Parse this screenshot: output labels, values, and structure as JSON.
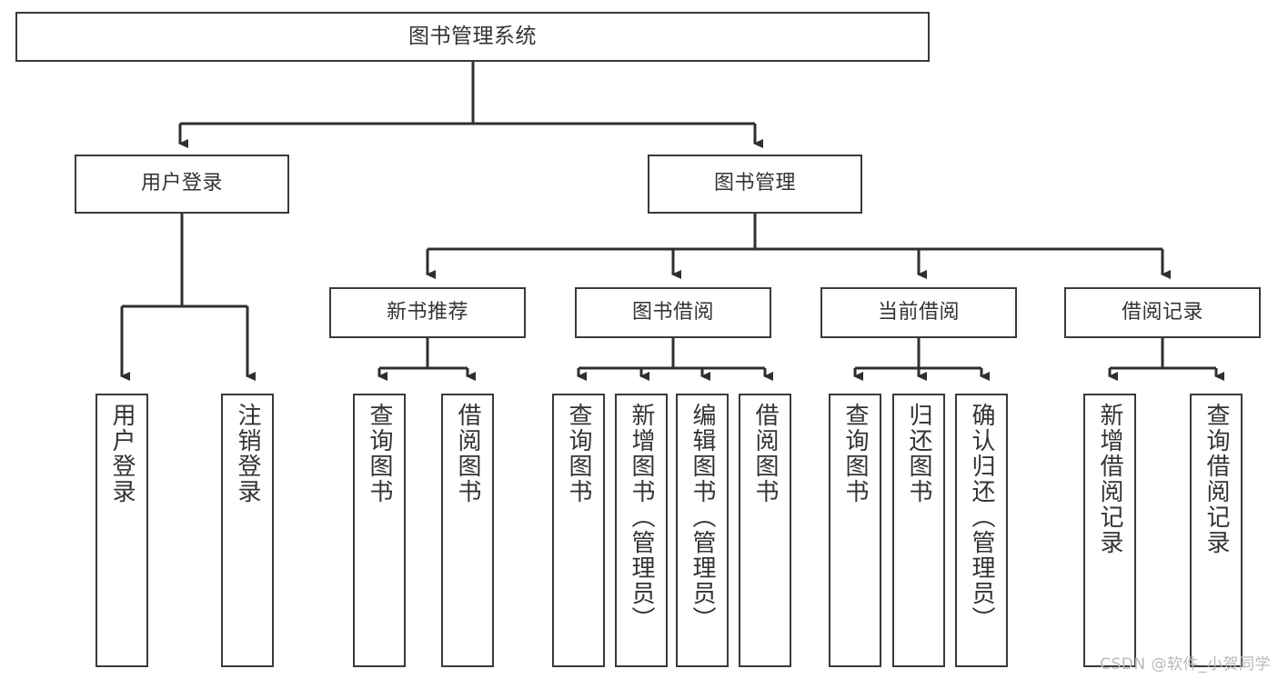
{
  "diagram": {
    "title": "图书管理系统",
    "type": "tree-hierarchy-diagram",
    "colors": {
      "box_border": "#3a3a3a",
      "box_fill": "#ffffff",
      "connector": "#2f2f2f",
      "text": "#333333",
      "watermark": "#b9b9b9"
    },
    "root": {
      "label": "图书管理系统"
    },
    "level2": [
      {
        "label": "用户登录"
      },
      {
        "label": "图书管理"
      }
    ],
    "level3": [
      {
        "label": "新书推荐"
      },
      {
        "label": "图书借阅"
      },
      {
        "label": "当前借阅"
      },
      {
        "label": "借阅记录"
      }
    ],
    "leaves": {
      "user_login": [
        {
          "label": "用户登录"
        },
        {
          "label": "注销登录"
        }
      ],
      "new_book_recommend": [
        {
          "label": "查询图书"
        },
        {
          "label": "借阅图书"
        }
      ],
      "book_borrow": [
        {
          "label": "查询图书"
        },
        {
          "label": "新增图书（管理员）"
        },
        {
          "label": "编辑图书（管理员）"
        },
        {
          "label": "借阅图书"
        }
      ],
      "current_borrow": [
        {
          "label": "查询图书"
        },
        {
          "label": "归还图书"
        },
        {
          "label": "确认归还（管理员）"
        }
      ],
      "borrow_record": [
        {
          "label": "新增借阅记录"
        },
        {
          "label": "查询借阅记录"
        }
      ]
    }
  },
  "watermark": {
    "text": "CSDN @软件_小贺同学"
  }
}
